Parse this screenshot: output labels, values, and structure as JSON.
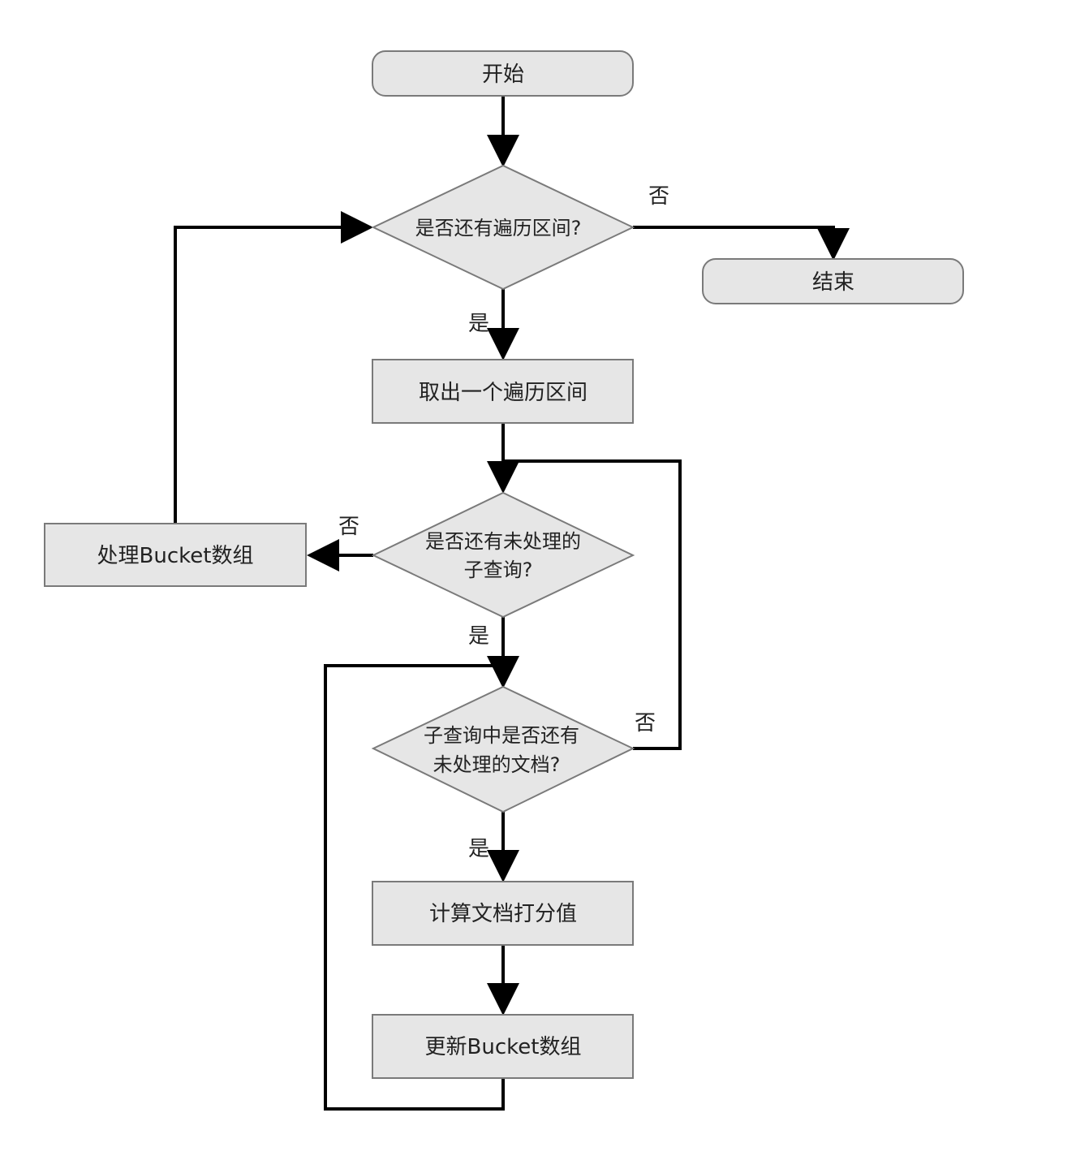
{
  "colors": {
    "fill": "#e6e6e6",
    "stroke": "#7a7a7a",
    "line": "#000000",
    "text": "#222222"
  },
  "nodes": {
    "start": "开始",
    "loop_intervals": "是否还有遍历区间?",
    "end": "结束",
    "take_interval": "取出一个遍历区间",
    "subquery_check_line1": "是否还有未处理的",
    "subquery_check_line2": "子查询?",
    "process_bucket": "处理Bucket数组",
    "doc_check_line1": "子查询中是否还有",
    "doc_check_line2": "未处理的文档?",
    "compute_score": "计算文档打分值",
    "update_bucket": "更新Bucket数组"
  },
  "edge_labels": {
    "no_to_end": "否",
    "yes_take": "是",
    "no_process_bucket": "否",
    "yes_subquery": "是",
    "no_doc_back": "否",
    "yes_compute": "是"
  }
}
